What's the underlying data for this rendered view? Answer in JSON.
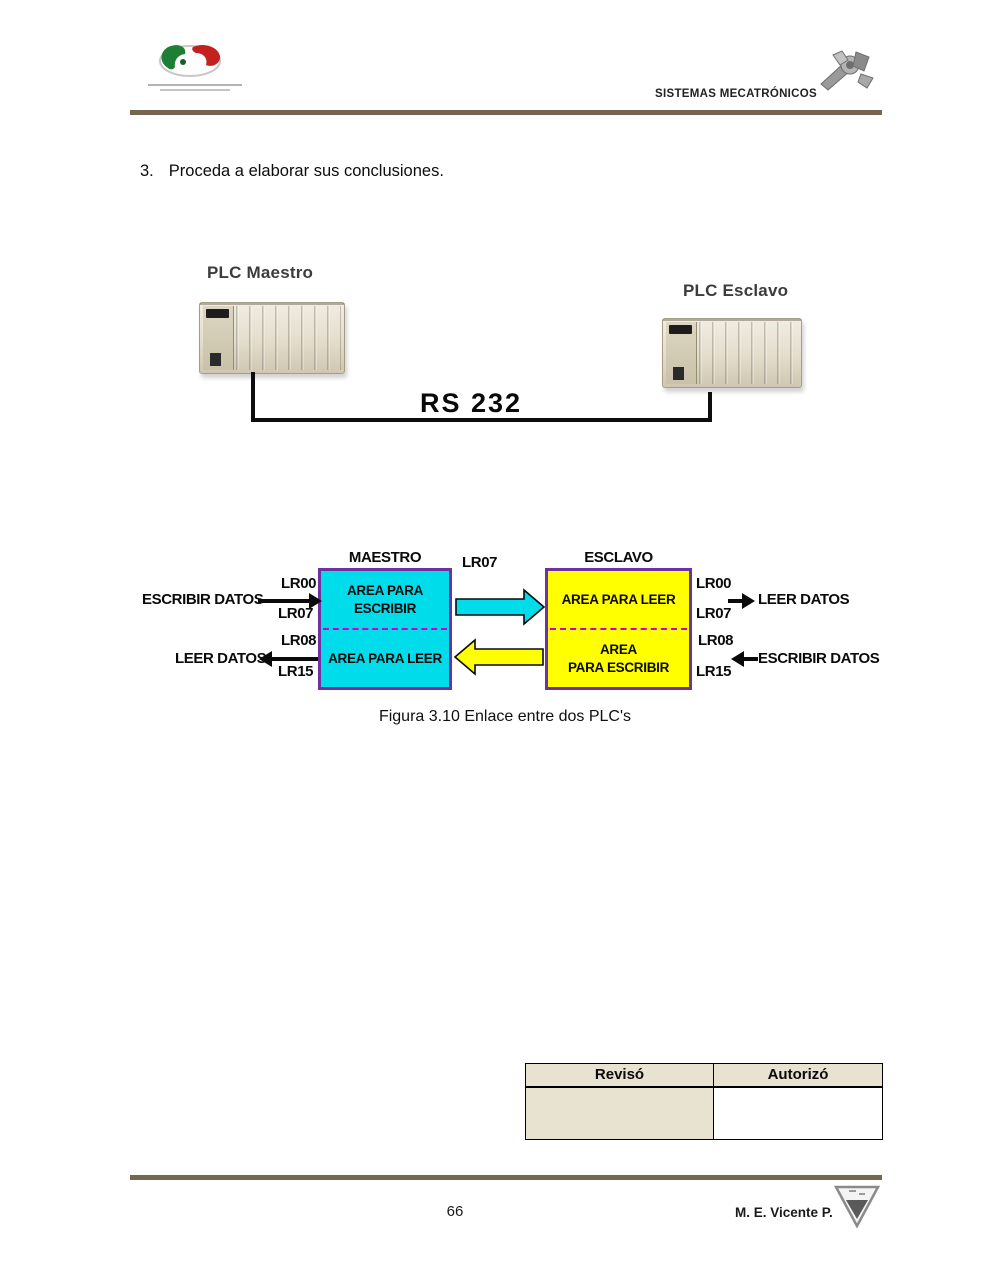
{
  "header": {
    "doc_title": "SISTEMAS MECATRÓNICOS"
  },
  "instruction": {
    "number": "3.",
    "text": "Proceda a elaborar sus conclusiones."
  },
  "plc": {
    "master_label": "PLC Maestro",
    "slave_label": "PLC Esclavo",
    "link_label": "RS 232"
  },
  "mem": {
    "master_title": "MAESTRO",
    "slave_title": "ESCLAVO",
    "bridge_label": "LR07",
    "master_top": "AREA PARA\nESCRIBIR",
    "master_bottom": "AREA PARA LEER",
    "slave_top": "AREA PARA LEER",
    "slave_bottom": "AREA\nPARA ESCRIBIR",
    "left_labels": {
      "lr00": "LR00",
      "lr07": "LR07",
      "lr08": "LR08",
      "lr15": "LR15"
    },
    "right_labels": {
      "lr00": "LR00",
      "lr07": "LR07",
      "lr08": "LR08",
      "lr15": "LR15"
    },
    "left_write": "ESCRIBIR DATOS",
    "left_read": "LEER DATOS",
    "right_read": "LEER DATOS",
    "right_write": "ESCRIBIR DATOS"
  },
  "caption": "Figura 3.10 Enlace entre dos PLC's",
  "table": {
    "headers": [
      "Revisó",
      "Autorizó"
    ]
  },
  "footer": {
    "page_number": "66",
    "author": "M. E. Vicente P."
  },
  "colors": {
    "master_fill": "#00dcea",
    "slave_fill": "#ffff00",
    "box_border": "#7030a0",
    "divider_dash": "#cc00cc",
    "rule_brown": "#77664f",
    "table_header_bg": "#e8e2d0",
    "arrow_cyan": "#00dcea",
    "arrow_yellow": "#ffff00"
  }
}
